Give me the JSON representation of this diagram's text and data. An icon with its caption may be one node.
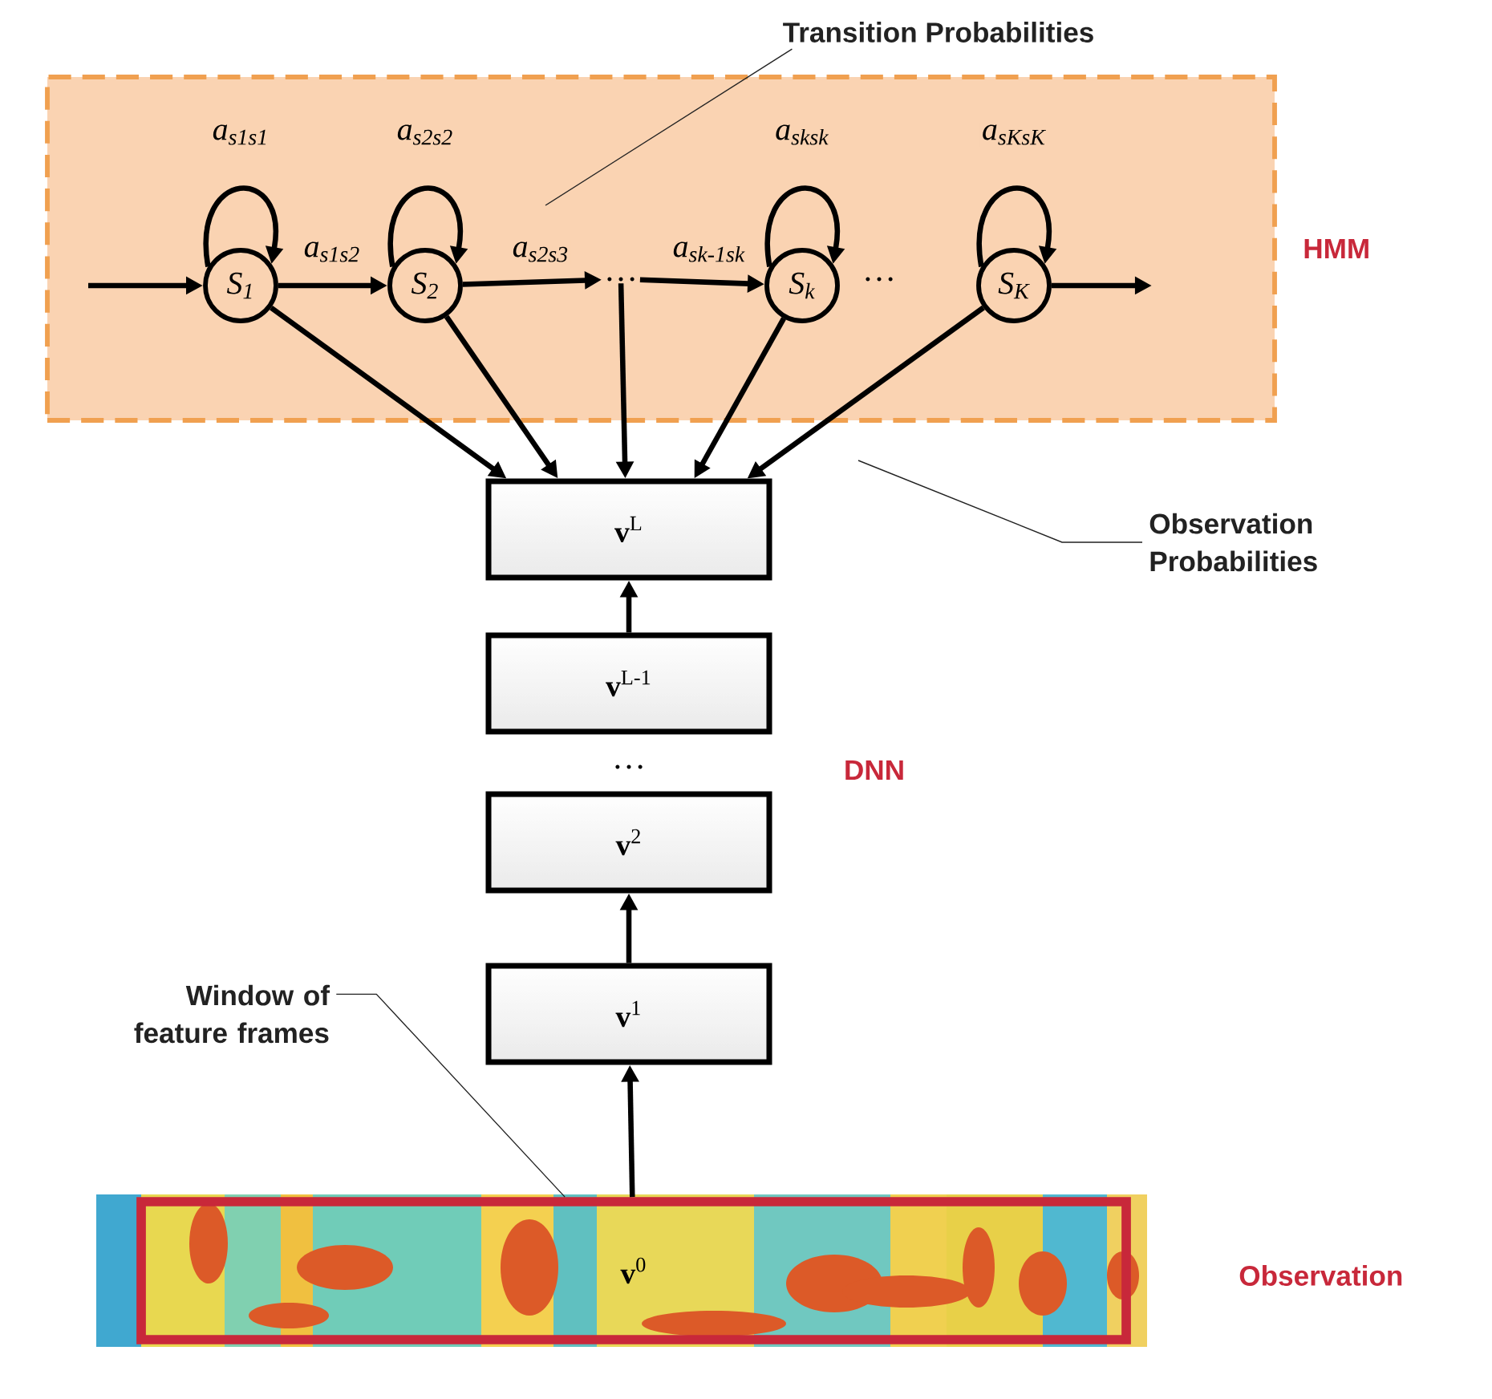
{
  "diagram": {
    "nodes": [
      {
        "text": [
          "HMM"
        ]
      },
      {
        "text": [
          "S$_{1}$"
        ],
        "in": 0
      },
      {
        "text": [
          "S$_{2}$"
        ],
        "in": 0
      },
      {
        "text": [
          "…"
        ],
        "in": 0
      },
      {
        "text": [
          "S$_{k}$"
        ],
        "in": 0
      },
      {
        "text": [
          "S$_{K}$"
        ],
        "in": 0
      },
      {
        "text": [
          "**v**$^{L}$"
        ]
      },
      {
        "text": [
          "**v**$^{L-1}$"
        ]
      },
      {
        "text": [
          "**v**$^{2}$"
        ]
      },
      {
        "text": [
          "**v**$^{1}$"
        ]
      },
      {
        "text": [],
        "shape": "picture",
        "beside": [
          "Observation"
        ]
      },
      {
        "text": [
          "**v**$^{0}$"
        ],
        "in": 10
      },
      {
        "text": [
          "Transition Probabilities"
        ]
      },
      {
        "text": [
          "Observation Probabilities"
        ]
      },
      {
        "text": [
          "Window of feature frames"
        ]
      }
    ],
    "edges": [
      {
        "from": null,
        "to": 1,
        "arrow": "to"
      },
      {
        "from": 1,
        "to": 1,
        "arrow": "to",
        "label": "a$_{s1s1}$"
      },
      {
        "from": 1,
        "to": 2,
        "arrow": "to",
        "label": "a$_{s1s2}$"
      },
      {
        "from": 2,
        "to": 2,
        "arrow": "to",
        "label": "a$_{s2s2}$"
      },
      {
        "from": 2,
        "to": 3,
        "arrow": "to",
        "label": "a$_{s2s3}$"
      },
      {
        "from": 3,
        "to": 4,
        "arrow": "to",
        "label": "a$_{sk-1sk}$"
      },
      {
        "from": 4,
        "to": 4,
        "arrow": "to",
        "label": "a$_{sksk}$"
      },
      {
        "from": 5,
        "to": 5,
        "arrow": "to",
        "label": "a$_{sKsK}$"
      },
      {
        "from": 5,
        "to": null,
        "arrow": "to"
      },
      {
        "from": 1,
        "to": 6,
        "arrow": "to"
      },
      {
        "from": 2,
        "to": 6,
        "arrow": "to"
      },
      {
        "from": 3,
        "to": 6,
        "arrow": "to"
      },
      {
        "from": 4,
        "to": 6,
        "arrow": "to"
      },
      {
        "from": 5,
        "to": 6,
        "arrow": "to"
      },
      {
        "from": 7,
        "to": 6,
        "arrow": "to"
      },
      {
        "from": 9,
        "to": 8,
        "arrow": "to"
      },
      {
        "from": 11,
        "to": 9,
        "arrow": "to"
      },
      {
        "from": 12,
        "to": null,
        "arrow": "none"
      },
      {
        "from": 13,
        "to": null,
        "arrow": "none"
      },
      {
        "from": 14,
        "to": 11,
        "arrow": "none"
      }
    ],
    "labels": [
      "…",
      "…",
      "DNN"
    ]
  }
}
